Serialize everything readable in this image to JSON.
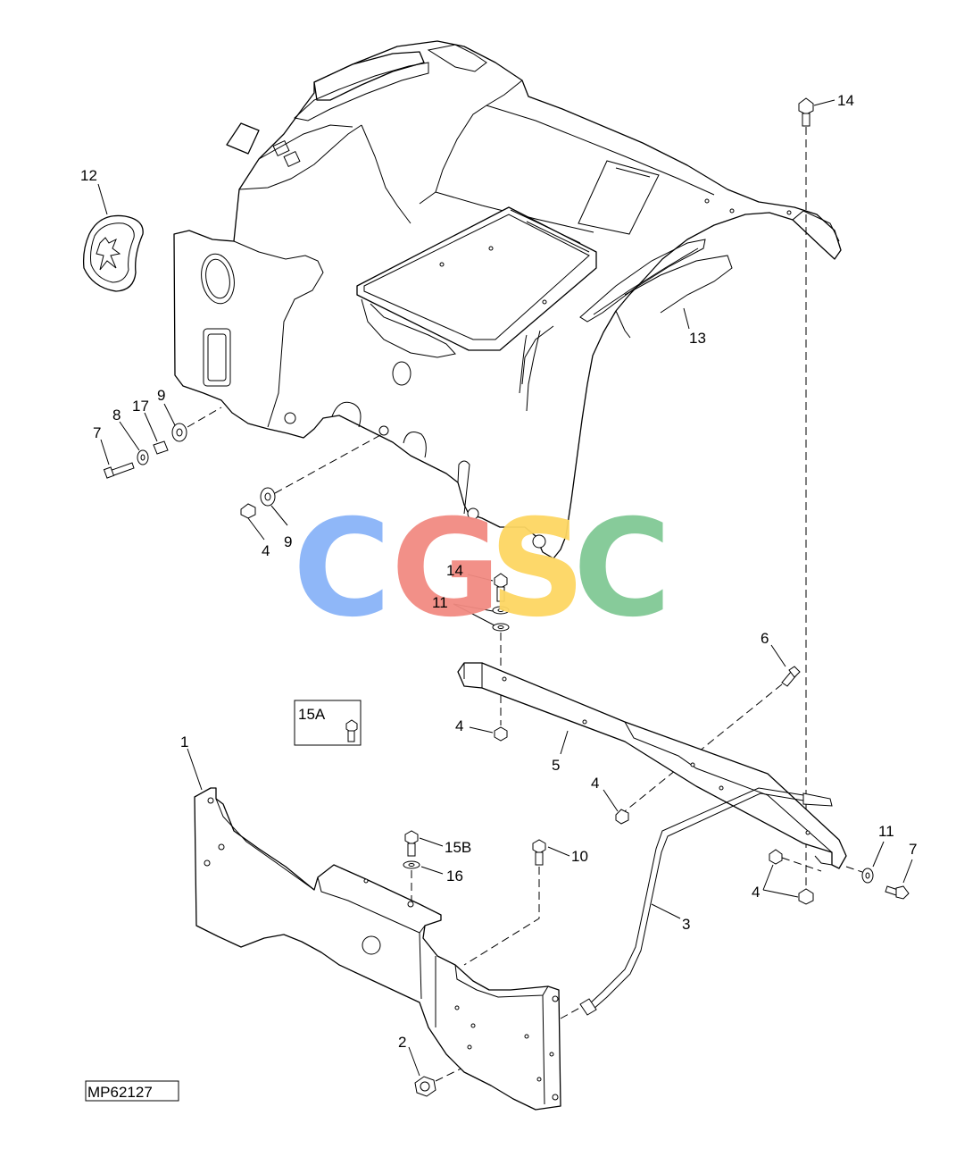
{
  "figure_id": "MP62127",
  "watermark": {
    "letters": [
      "C",
      "G",
      "S",
      "C"
    ],
    "colors": [
      "#8ab4f8",
      "#f28b82",
      "#fdd663",
      "#81c995"
    ]
  },
  "callouts": {
    "c1": "1",
    "c2": "2",
    "c3": "3",
    "c4a": "4",
    "c4b": "4",
    "c4c": "4",
    "c4d": "4",
    "c5": "5",
    "c6": "6",
    "c7a": "7",
    "c7b": "7",
    "c8": "8",
    "c9a": "9",
    "c9b": "9",
    "c10": "10",
    "c11a": "11",
    "c11b": "11",
    "c12": "12",
    "c13": "13",
    "c14a": "14",
    "c14b": "14",
    "c15a": "15A",
    "c15b": "15B",
    "c16": "16",
    "c17": "17"
  }
}
